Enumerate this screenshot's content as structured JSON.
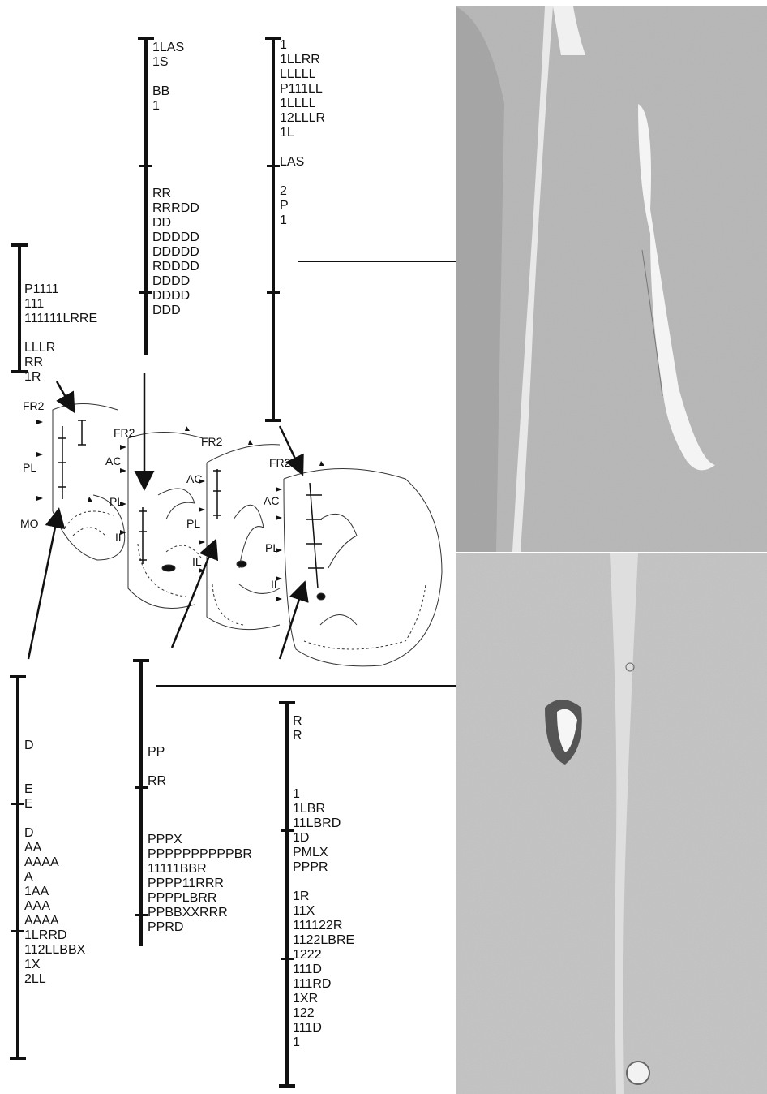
{
  "tracks": {
    "upper_left": [
      "P1111",
      "111",
      "111111LRRE",
      "",
      "LLLR",
      "RR",
      "1R"
    ],
    "upper_mid": [
      "1LAS",
      "1S",
      "",
      "BB",
      "1",
      "",
      "",
      "",
      "",
      "",
      "RR",
      "RRRDD",
      "DD",
      "DDDDD",
      "DDDDD",
      "RDDDD",
      "DDDD",
      "DDDD",
      "DDD"
    ],
    "upper_right": [
      "1",
      "1LLRR",
      "LLLLL",
      "P111LL",
      "1LLLL",
      "12LLLR",
      "1L",
      "",
      "LAS",
      "",
      "2",
      "P",
      "1"
    ],
    "lower_left": [
      "D",
      "",
      "",
      "E",
      "E",
      "",
      "D",
      "AA",
      "AAAA",
      "A",
      "1AA",
      "AAA",
      "AAAA",
      "1LRRD",
      "112LLBBX",
      "1X",
      "2LL"
    ],
    "lower_mid": [
      "PP",
      "",
      "RR",
      "",
      "",
      "",
      "PPPX",
      "PPPPPPPPPPBR",
      "11111BBR",
      "PPPP11RRR",
      "PPPPLBRR",
      "PPBBXXRRR",
      "PPRD"
    ],
    "lower_right": [
      "R",
      "R",
      "",
      "",
      "",
      "1",
      "1LBR",
      "11LBRD",
      "1D",
      "PMLX",
      "PPPR",
      "",
      "1R",
      "11X",
      "111122R",
      "1122LBRE",
      "1222",
      "111D",
      "111RD",
      "1XR",
      "122",
      "111D",
      "1"
    ]
  },
  "sections": {
    "s1": [
      "FR2",
      "PL",
      "MO"
    ],
    "s2": [
      "FR2",
      "AC",
      "PL",
      "IL"
    ],
    "s3": [
      "FR2",
      "AC",
      "PL",
      "IL"
    ],
    "s4": [
      "FR2",
      "AC",
      "PL",
      "IL"
    ]
  }
}
